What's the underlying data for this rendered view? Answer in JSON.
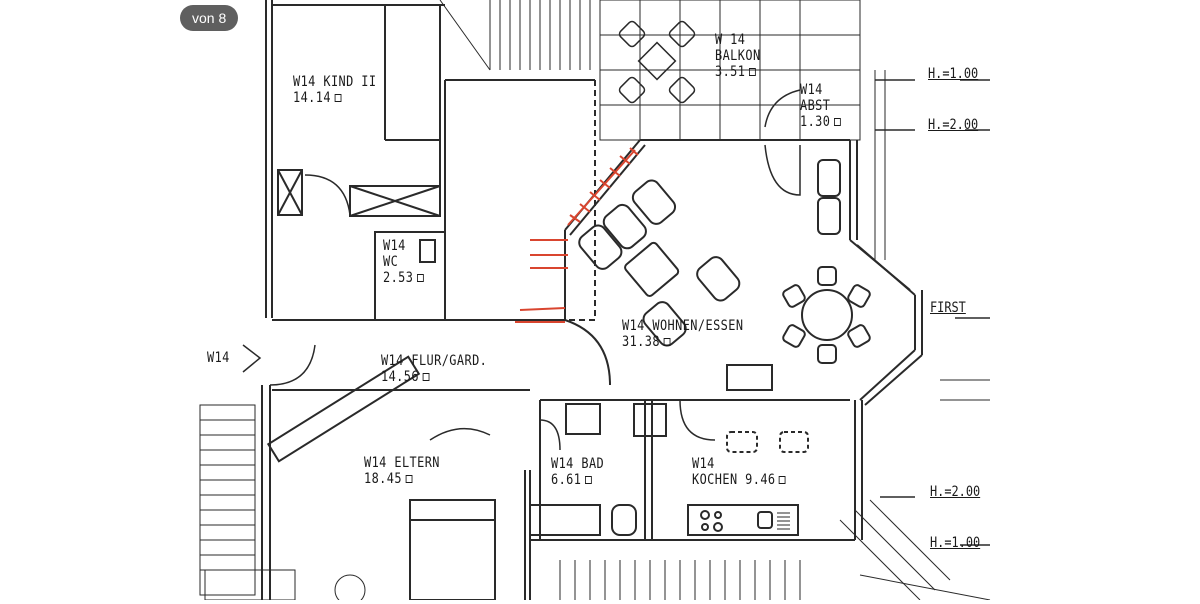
{
  "viewer": {
    "page_indicator": "von 8"
  },
  "plan": {
    "unit_prefix": "W14",
    "rooms": [
      {
        "id": "kind2",
        "name": "W14 KIND II",
        "area": "14.14"
      },
      {
        "id": "balkon",
        "name_line1": "W 14",
        "name_line2": "BALKON",
        "area": "3.51"
      },
      {
        "id": "abst",
        "name_line1": "W14",
        "name_line2": "ABST",
        "area": "1.30"
      },
      {
        "id": "wc",
        "name_line1": "W14",
        "name_line2": "WC",
        "area": "2.53"
      },
      {
        "id": "wohnen",
        "name": "W14 WOHNEN/ESSEN",
        "area": "31.38"
      },
      {
        "id": "flur",
        "name": "W14 FLUR/GARD.",
        "area": "14.56"
      },
      {
        "id": "eltern",
        "name": "W14 ELTERN",
        "area": "18.45"
      },
      {
        "id": "bad",
        "name": "W14 BAD",
        "area": "6.61"
      },
      {
        "id": "kochen",
        "name_line1": "W14",
        "name_line2": "KOCHEN",
        "area": "9.46"
      }
    ],
    "entrance_label": "W14",
    "height_marks": [
      {
        "label": "H.=1.00",
        "position": "top-1"
      },
      {
        "label": "H.=2.00",
        "position": "top-2"
      },
      {
        "label": "FIRST",
        "position": "middle"
      },
      {
        "label": "H.=2.00",
        "position": "bottom-1"
      },
      {
        "label": "H.=1.00",
        "position": "bottom-2"
      }
    ],
    "colors": {
      "ink": "#1a1a1a",
      "wall": "#2a2a2a",
      "markup_red": "#d9452f",
      "hatch": "#555555",
      "paper": "#ffffff"
    }
  }
}
